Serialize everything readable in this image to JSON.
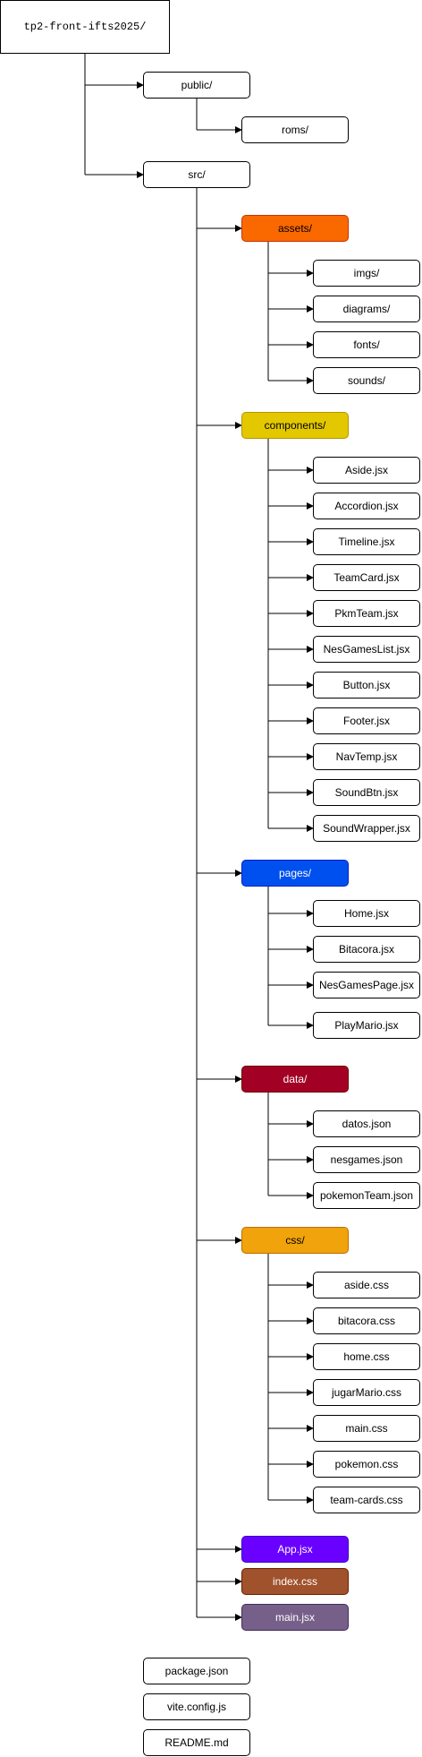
{
  "tree": {
    "root": "tp2-front-ifts2025/",
    "public": {
      "label": "public/",
      "children": [
        "roms/"
      ]
    },
    "src": {
      "label": "src/",
      "assets": {
        "label": "assets/",
        "color": "#fa6800",
        "children": [
          "imgs/",
          "diagrams/",
          "fonts/",
          "sounds/"
        ]
      },
      "components": {
        "label": "components/",
        "color": "#e3c800",
        "children": [
          "Aside.jsx",
          "Accordion.jsx",
          "Timeline.jsx",
          "TeamCard.jsx",
          "PkmTeam.jsx",
          "NesGamesList.jsx",
          "Button.jsx",
          "Footer.jsx",
          "NavTemp.jsx",
          "SoundBtn.jsx",
          "SoundWrapper.jsx"
        ]
      },
      "pages": {
        "label": "pages/",
        "color": "#0050ef",
        "children": [
          "Home.jsx",
          "Bitacora.jsx",
          "NesGamesPage.jsx",
          "PlayMario.jsx"
        ]
      },
      "data": {
        "label": "data/",
        "color": "#a20025",
        "children": [
          "datos.json",
          "nesgames.json",
          "pokemonTeam.json"
        ]
      },
      "css": {
        "label": "css/",
        "color": "#f0a30a",
        "children": [
          "aside.css",
          "bitacora.css",
          "home.css",
          "jugarMario.css",
          "main.css",
          "pokemon.css",
          "team-cards.css"
        ]
      },
      "app": {
        "label": "App.jsx",
        "color": "#6a00ff"
      },
      "index_css": {
        "label": "index.css",
        "color": "#a0522d"
      },
      "main_jsx": {
        "label": "main.jsx",
        "color": "#76608a"
      }
    },
    "root_files": [
      "package.json",
      "vite.config.js",
      "README.md"
    ]
  }
}
